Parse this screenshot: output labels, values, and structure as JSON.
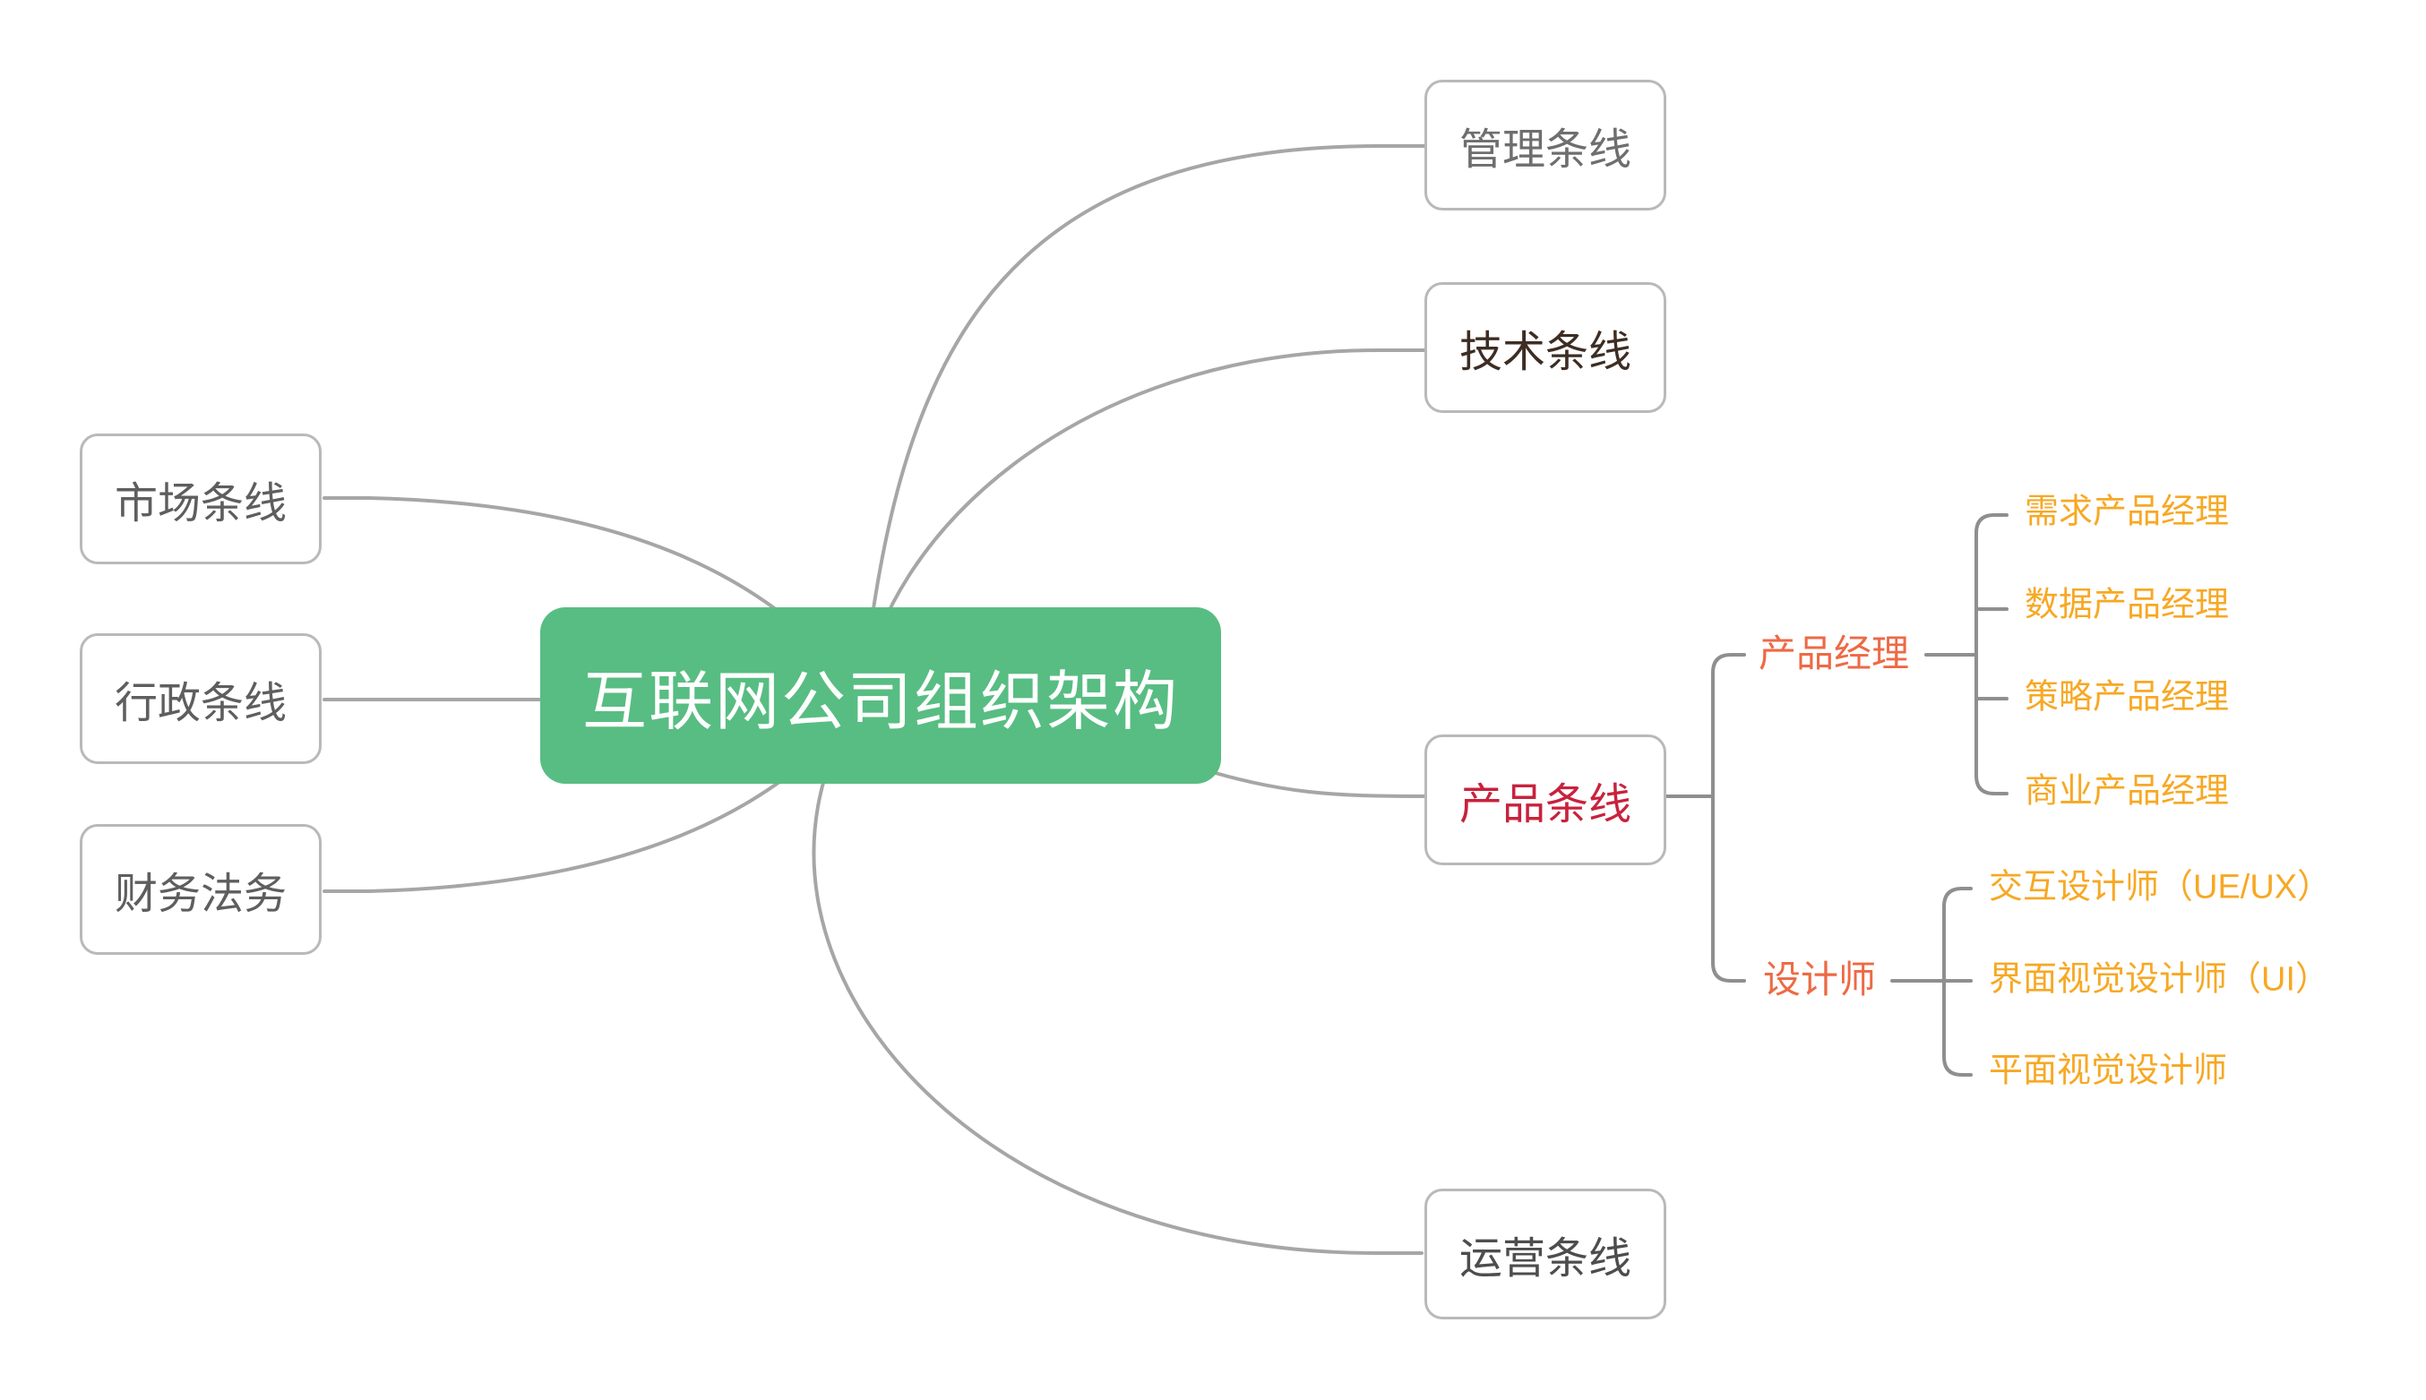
{
  "root": {
    "label": "互联网公司组织架构"
  },
  "left_nodes": [
    {
      "label": "市场条线"
    },
    {
      "label": "行政条线"
    },
    {
      "label": "财务法务"
    }
  ],
  "right_nodes": [
    {
      "label": "管理条线"
    },
    {
      "label": "技术条线"
    },
    {
      "label": "产品条线"
    },
    {
      "label": "运营条线"
    }
  ],
  "branches": [
    {
      "label": "产品经理",
      "children": [
        "需求产品经理",
        "数据产品经理",
        "策略产品经理",
        "商业产品经理"
      ]
    },
    {
      "label": "设计师",
      "children": [
        "交互设计师（UE/UX）",
        "界面视觉设计师（UI）",
        "平面视觉设计师"
      ]
    }
  ],
  "colors": {
    "root_bg": "#58BD82",
    "root_text": "#FFFFFF",
    "connector": "#A6A6A6",
    "bracket": "#8F8F8F",
    "box_border": "#B9B9B9",
    "market_admin_finance_text": "#5E5E5E",
    "management_text": "#6E6E6E",
    "technology_text": "#3D2D23",
    "product_text": "#C8223C",
    "operations_text": "#4D4D4D",
    "group_label_text": "#ED6A45",
    "leaf_label_text": "#F7A824"
  }
}
